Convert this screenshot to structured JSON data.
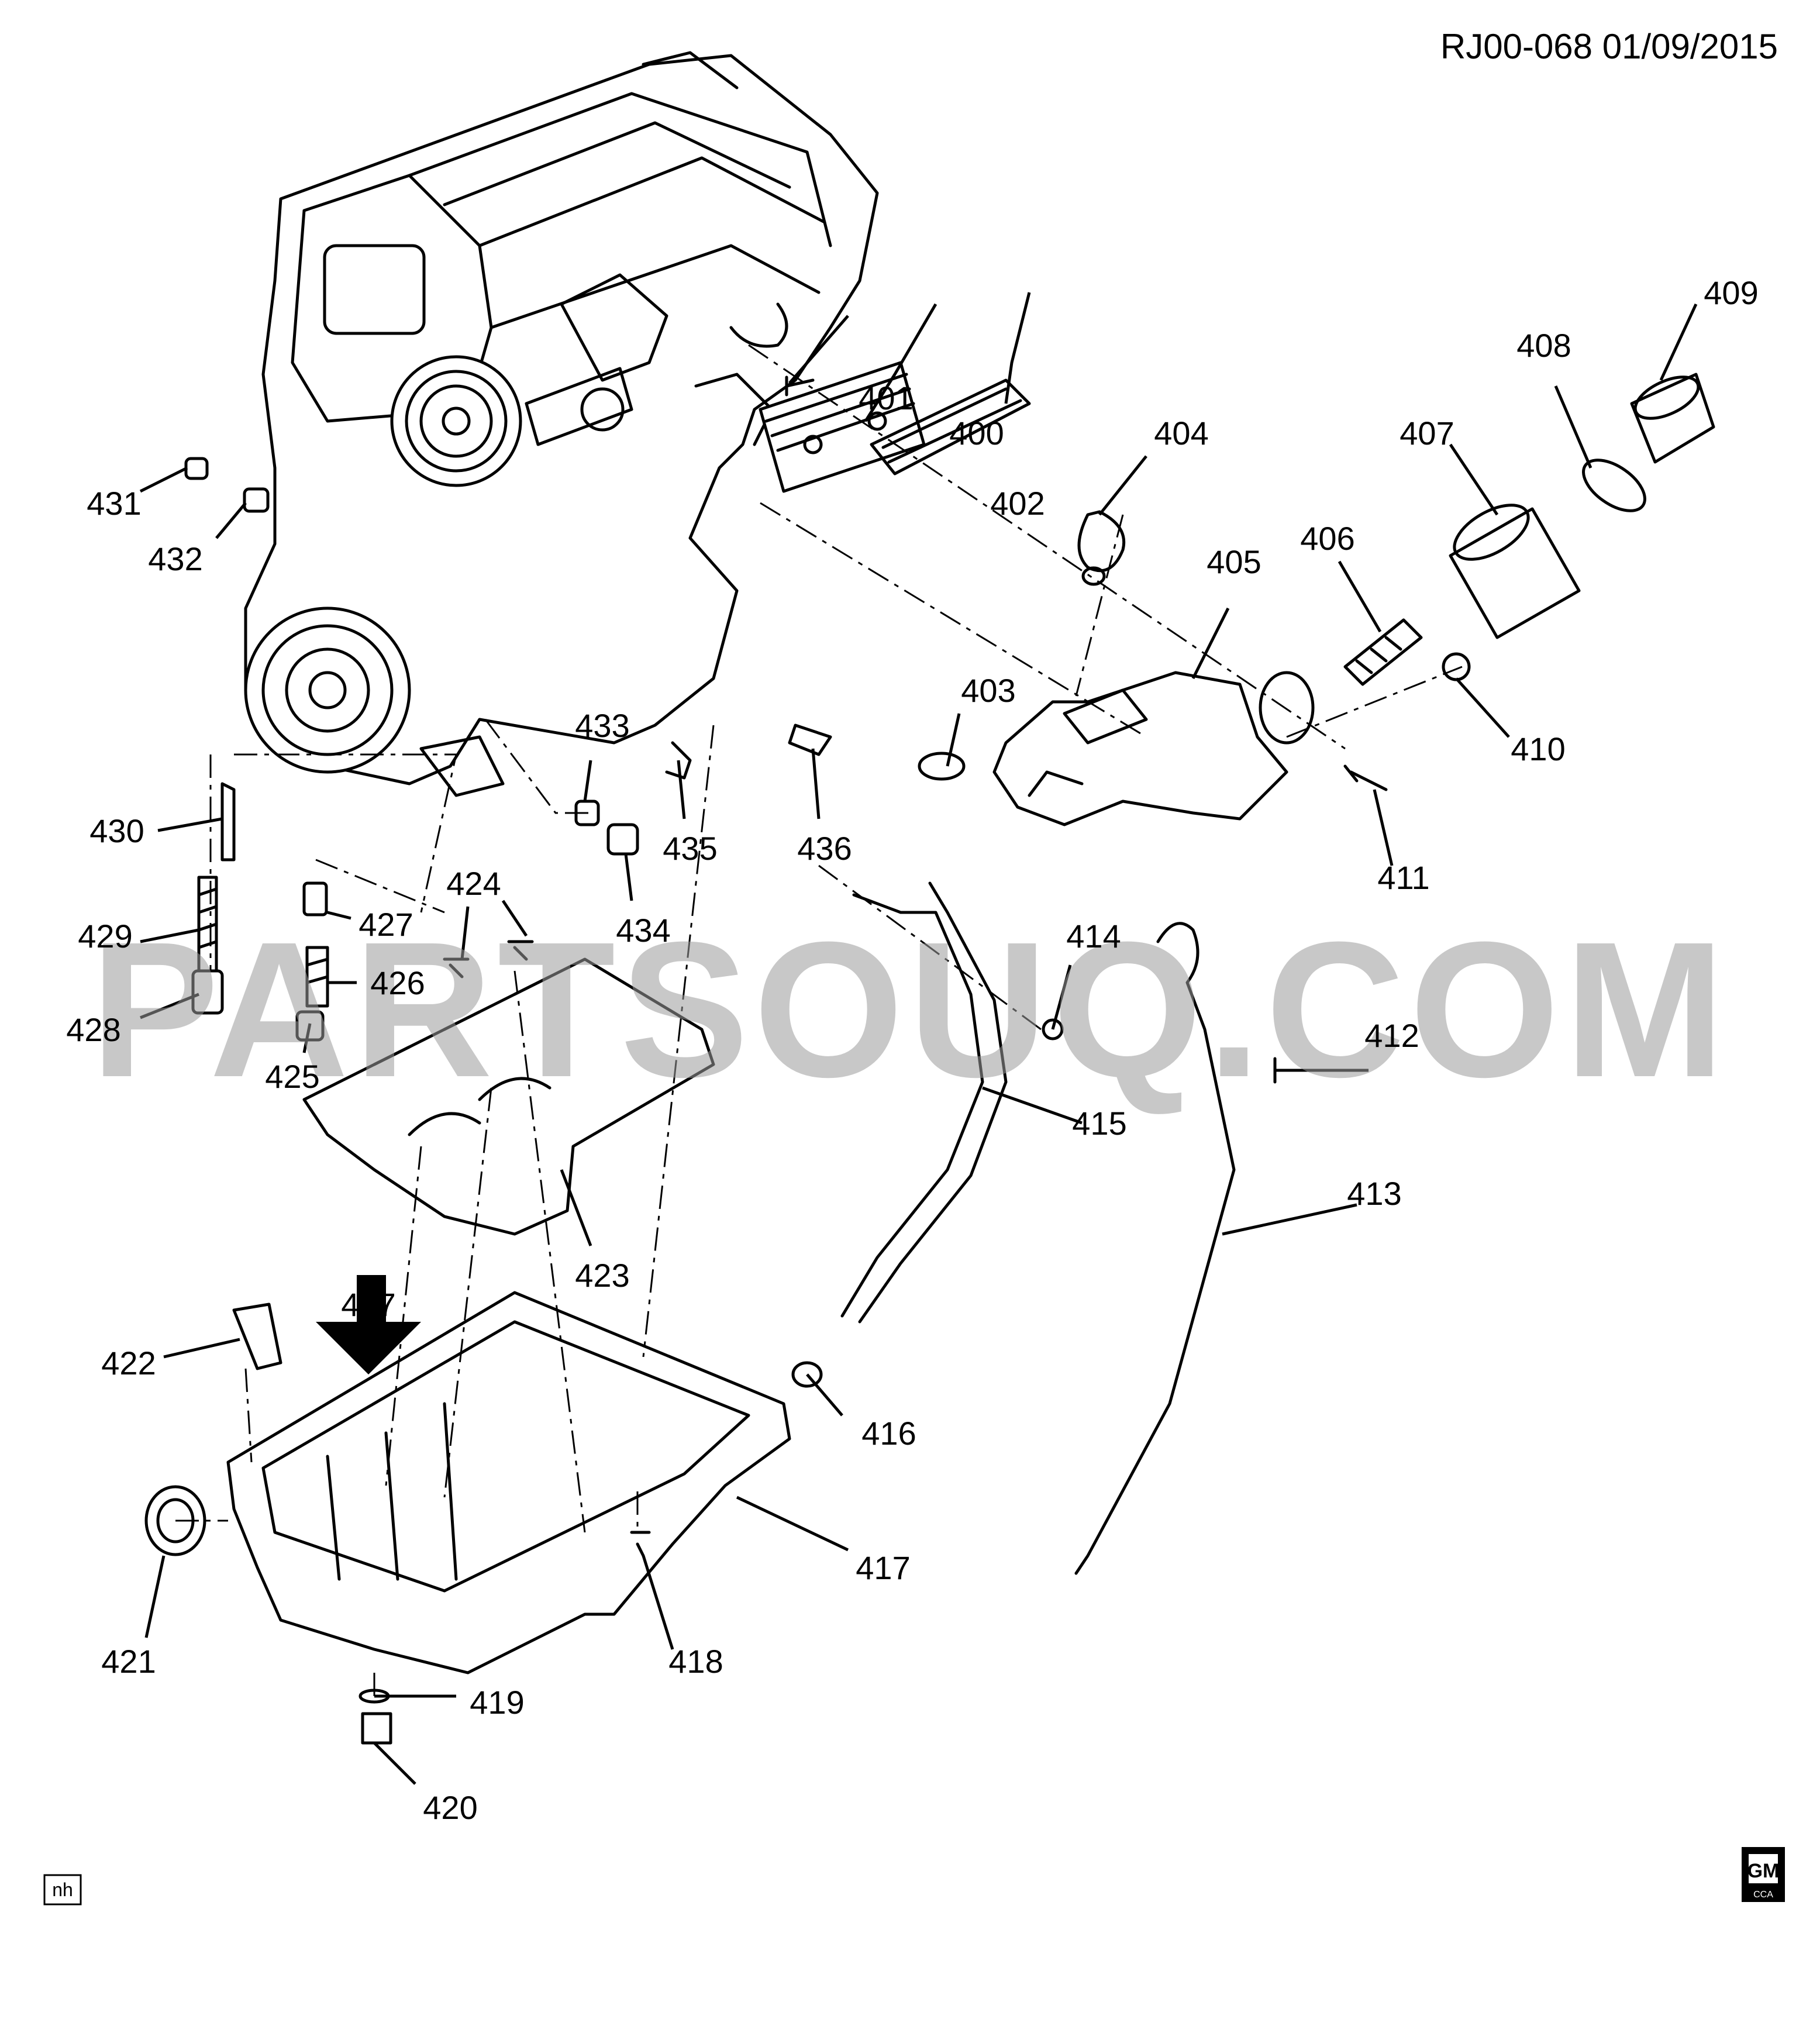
{
  "header": {
    "ref": "RJ00-068  01/09/2015"
  },
  "watermark": "PARTSOUQ.COM",
  "footer": {
    "artist_code": "nh",
    "logo_gm": "GM",
    "logo_sub": "CCA"
  },
  "callouts": [
    "400",
    "401",
    "402",
    "403",
    "404",
    "405",
    "406",
    "407",
    "408",
    "409",
    "410",
    "411",
    "412",
    "413",
    "414",
    "415",
    "416",
    "417",
    "418",
    "419",
    "420",
    "421",
    "422",
    "423",
    "424",
    "425",
    "426",
    "427",
    "428",
    "429",
    "430",
    "431",
    "432",
    "433",
    "434",
    "435",
    "436",
    "437"
  ],
  "icons": {
    "view_arrow": "down-arrow-icon"
  }
}
